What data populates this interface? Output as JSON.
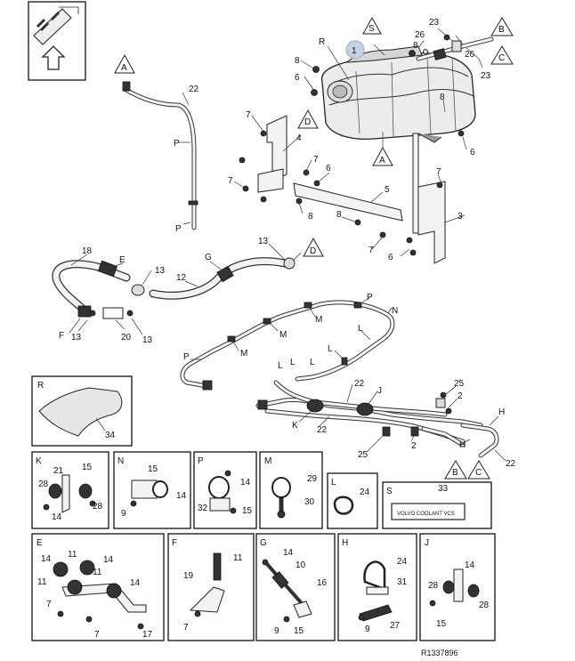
{
  "callouts": {
    "n1": "1",
    "n2a": "2",
    "n2b": "2",
    "n3": "3",
    "n4": "4",
    "n5": "5",
    "n6a": "6",
    "n6b": "6",
    "n6c": "6",
    "n6d": "6",
    "n7a": "7",
    "n7b": "7",
    "n7c": "7",
    "n7d": "7",
    "n7e": "7",
    "n8a": "8",
    "n8b": "8",
    "n8c": "8",
    "n8d": "8",
    "n12": "12",
    "n13a": "13",
    "n13b": "13",
    "n13c": "13",
    "n13d": "13",
    "n18": "18",
    "n20": "20",
    "n22a": "22",
    "n22b": "22",
    "n22c": "22",
    "n22d": "22",
    "n23a": "23",
    "n23b": "23",
    "n25a": "25",
    "n25b": "25",
    "n26a": "26",
    "n26b": "26",
    "n34": "34",
    "R": "R",
    "P1": "P",
    "P2": "P",
    "P3": "P",
    "P4": "P",
    "E": "E",
    "F": "F",
    "G": "G",
    "H1": "H",
    "H2": "H",
    "J": "J",
    "K": "K",
    "L1": "L",
    "L2": "L",
    "L3": "L",
    "L4": "L",
    "L5": "L",
    "M1": "M",
    "M2": "M",
    "M3": "M",
    "N": "N"
  },
  "markers": {
    "A1": "A",
    "A2": "A",
    "B1": "B",
    "B2": "B",
    "C1": "C",
    "C2": "C",
    "D1": "D",
    "D2": "D",
    "S": "S"
  },
  "insets": {
    "R": {
      "title": "R",
      "n34": "34"
    },
    "K": {
      "title": "K",
      "labels": [
        "21",
        "15",
        "28",
        "28",
        "14"
      ]
    },
    "N": {
      "title": "N",
      "labels": [
        "15",
        "14",
        "9"
      ]
    },
    "P": {
      "title": "P",
      "labels": [
        "14",
        "32",
        "15"
      ]
    },
    "M": {
      "title": "M",
      "labels": [
        "29",
        "30"
      ]
    },
    "L": {
      "title": "L",
      "labels": [
        "24"
      ]
    },
    "S": {
      "title": "S",
      "labels": [
        "33"
      ],
      "decal": "VOLVO COOLANT VCS"
    },
    "E": {
      "title": "E",
      "labels": [
        "14",
        "11",
        "14",
        "11",
        "11",
        "14",
        "7",
        "7",
        "17"
      ]
    },
    "F": {
      "title": "F",
      "labels": [
        "11",
        "19",
        "7"
      ]
    },
    "G": {
      "title": "G",
      "labels": [
        "14",
        "10",
        "16",
        "9",
        "15"
      ]
    },
    "H": {
      "title": "H",
      "labels": [
        "24",
        "31",
        "9",
        "27"
      ]
    },
    "J": {
      "title": "J",
      "labels": [
        "14",
        "28",
        "28",
        "15"
      ]
    }
  },
  "reference": "R1337896"
}
